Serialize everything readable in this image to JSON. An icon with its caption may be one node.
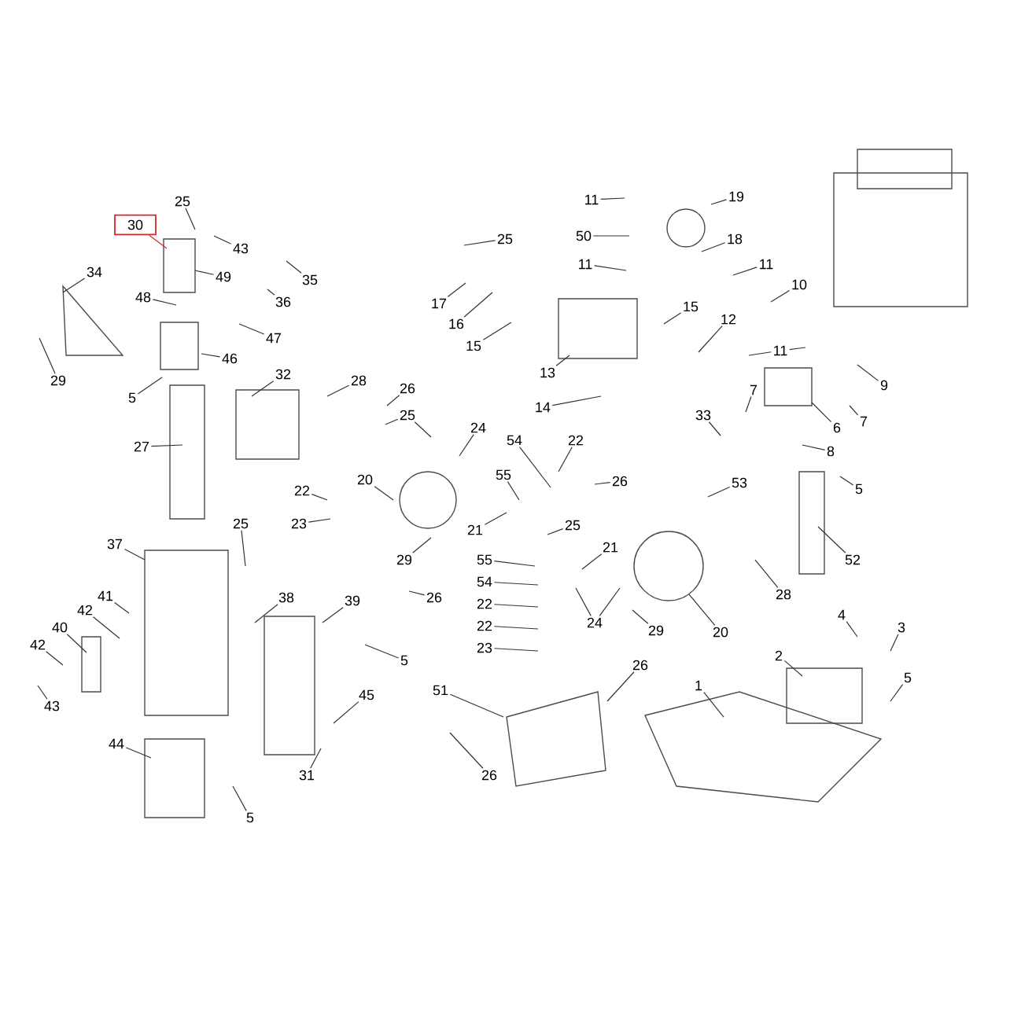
{
  "diagram": {
    "nodes": [
      {
        "text": [
          "30"
        ]
      },
      {
        "text": [
          "25"
        ]
      },
      {
        "text": [
          "11"
        ]
      },
      {
        "text": [
          "19"
        ]
      },
      {
        "text": [
          "50"
        ]
      },
      {
        "text": [
          "25"
        ]
      },
      {
        "text": [
          "18"
        ]
      },
      {
        "text": [
          "43"
        ]
      },
      {
        "text": [
          "11"
        ]
      },
      {
        "text": [
          "11"
        ]
      },
      {
        "text": [
          "49"
        ]
      },
      {
        "text": [
          "34"
        ]
      },
      {
        "text": [
          "35"
        ]
      },
      {
        "text": [
          "10"
        ]
      },
      {
        "text": [
          "36"
        ]
      },
      {
        "text": [
          "48"
        ]
      },
      {
        "text": [
          "17"
        ]
      },
      {
        "text": [
          "15"
        ]
      },
      {
        "text": [
          "12"
        ]
      },
      {
        "text": [
          "16"
        ]
      },
      {
        "text": [
          "47"
        ]
      },
      {
        "text": [
          "15"
        ]
      },
      {
        "text": [
          "11"
        ]
      },
      {
        "text": [
          "46"
        ]
      },
      {
        "text": [
          "13"
        ]
      },
      {
        "text": [
          "32"
        ]
      },
      {
        "text": [
          "29"
        ]
      },
      {
        "text": [
          "28"
        ]
      },
      {
        "text": [
          "9"
        ]
      },
      {
        "text": [
          "26"
        ]
      },
      {
        "text": [
          "7"
        ]
      },
      {
        "text": [
          "5"
        ]
      },
      {
        "text": [
          "14"
        ]
      },
      {
        "text": [
          "33"
        ]
      },
      {
        "text": [
          "25"
        ]
      },
      {
        "text": [
          "7"
        ]
      },
      {
        "text": [
          "6"
        ]
      },
      {
        "text": [
          "22"
        ]
      },
      {
        "text": [
          "24"
        ]
      },
      {
        "text": [
          "54"
        ]
      },
      {
        "text": [
          "27"
        ]
      },
      {
        "text": [
          "8"
        ]
      },
      {
        "text": [
          "55"
        ]
      },
      {
        "text": [
          "26"
        ]
      },
      {
        "text": [
          "53"
        ]
      },
      {
        "text": [
          "20"
        ]
      },
      {
        "text": [
          "5"
        ]
      },
      {
        "text": [
          "22"
        ]
      },
      {
        "text": [
          "25"
        ]
      },
      {
        "text": [
          "23"
        ]
      },
      {
        "text": [
          "21"
        ]
      },
      {
        "text": [
          "25"
        ]
      },
      {
        "text": [
          "37"
        ]
      },
      {
        "text": [
          "29"
        ]
      },
      {
        "text": [
          "52"
        ]
      },
      {
        "text": [
          "21"
        ]
      },
      {
        "text": [
          "55"
        ]
      },
      {
        "text": [
          "54"
        ]
      },
      {
        "text": [
          "41"
        ]
      },
      {
        "text": [
          "26"
        ]
      },
      {
        "text": [
          "38"
        ]
      },
      {
        "text": [
          "28"
        ]
      },
      {
        "text": [
          "39"
        ]
      },
      {
        "text": [
          "22"
        ]
      },
      {
        "text": [
          "42"
        ]
      },
      {
        "text": [
          "24"
        ]
      },
      {
        "text": [
          "40"
        ]
      },
      {
        "text": [
          "22"
        ]
      },
      {
        "text": [
          "29"
        ]
      },
      {
        "text": [
          "20"
        ]
      },
      {
        "text": [
          "4"
        ]
      },
      {
        "text": [
          "3"
        ]
      },
      {
        "text": [
          "42"
        ]
      },
      {
        "text": [
          "23"
        ]
      },
      {
        "text": [
          "2"
        ]
      },
      {
        "text": [
          "5"
        ]
      },
      {
        "text": [
          "26"
        ]
      },
      {
        "text": [
          "5"
        ]
      },
      {
        "text": [
          "1"
        ]
      },
      {
        "text": [
          "51"
        ]
      },
      {
        "text": [
          "45"
        ]
      },
      {
        "text": [
          "43"
        ]
      },
      {
        "text": [
          "44"
        ]
      },
      {
        "text": [
          "31"
        ]
      },
      {
        "text": [
          "26"
        ]
      },
      {
        "text": [
          "5"
        ]
      }
    ],
    "edges": [
      {
        "from": 0,
        "to": null,
        "arrow": "none",
        "color": "#d42a2a"
      },
      {
        "from": 1,
        "to": null,
        "arrow": "none"
      },
      {
        "from": 2,
        "to": null,
        "arrow": "none"
      },
      {
        "from": 3,
        "to": null,
        "arrow": "none"
      },
      {
        "from": 4,
        "to": null,
        "arrow": "none"
      },
      {
        "from": 5,
        "to": null,
        "arrow": "none"
      },
      {
        "from": 6,
        "to": null,
        "arrow": "none"
      },
      {
        "from": 7,
        "to": null,
        "arrow": "none"
      },
      {
        "from": 8,
        "to": null,
        "arrow": "none"
      },
      {
        "from": 9,
        "to": null,
        "arrow": "none"
      },
      {
        "from": 10,
        "to": null,
        "arrow": "none"
      },
      {
        "from": 11,
        "to": null,
        "arrow": "none"
      },
      {
        "from": 12,
        "to": null,
        "arrow": "none"
      },
      {
        "from": 13,
        "to": null,
        "arrow": "none"
      },
      {
        "from": 14,
        "to": null,
        "arrow": "none"
      },
      {
        "from": 15,
        "to": null,
        "arrow": "none"
      },
      {
        "from": 16,
        "to": null,
        "arrow": "none"
      },
      {
        "from": 17,
        "to": null,
        "arrow": "none"
      },
      {
        "from": 18,
        "to": null,
        "arrow": "none"
      },
      {
        "from": 19,
        "to": null,
        "arrow": "none"
      },
      {
        "from": 20,
        "to": null,
        "arrow": "none"
      },
      {
        "from": 21,
        "to": null,
        "arrow": "none"
      },
      {
        "from": 22,
        "to": null,
        "arrow": "none"
      },
      {
        "from": 22,
        "to": null,
        "arrow": "none"
      },
      {
        "from": 23,
        "to": null,
        "arrow": "none"
      },
      {
        "from": 24,
        "to": null,
        "arrow": "none"
      },
      {
        "from": 25,
        "to": null,
        "arrow": "none"
      },
      {
        "from": 26,
        "to": null,
        "arrow": "none"
      },
      {
        "from": 27,
        "to": null,
        "arrow": "none"
      },
      {
        "from": 28,
        "to": null,
        "arrow": "none"
      },
      {
        "from": 29,
        "to": null,
        "arrow": "none"
      },
      {
        "from": 30,
        "to": null,
        "arrow": "none"
      },
      {
        "from": 31,
        "to": null,
        "arrow": "none"
      },
      {
        "from": 32,
        "to": null,
        "arrow": "none"
      },
      {
        "from": 33,
        "to": null,
        "arrow": "none"
      },
      {
        "from": 34,
        "to": null,
        "arrow": "none"
      },
      {
        "from": 34,
        "to": null,
        "arrow": "none"
      },
      {
        "from": 35,
        "to": null,
        "arrow": "none"
      },
      {
        "from": 36,
        "to": null,
        "arrow": "none"
      },
      {
        "from": 37,
        "to": null,
        "arrow": "none"
      },
      {
        "from": 38,
        "to": null,
        "arrow": "none"
      },
      {
        "from": 39,
        "to": null,
        "arrow": "none"
      },
      {
        "from": 40,
        "to": null,
        "arrow": "none"
      },
      {
        "from": 41,
        "to": null,
        "arrow": "none"
      },
      {
        "from": 42,
        "to": null,
        "arrow": "none"
      },
      {
        "from": 43,
        "to": null,
        "arrow": "none"
      },
      {
        "from": 44,
        "to": null,
        "arrow": "none"
      },
      {
        "from": 45,
        "to": null,
        "arrow": "none"
      },
      {
        "from": 46,
        "to": null,
        "arrow": "none"
      },
      {
        "from": 47,
        "to": null,
        "arrow": "none"
      },
      {
        "from": 48,
        "to": null,
        "arrow": "none"
      },
      {
        "from": 49,
        "to": null,
        "arrow": "none"
      },
      {
        "from": 50,
        "to": null,
        "arrow": "none"
      },
      {
        "from": 51,
        "to": null,
        "arrow": "none"
      },
      {
        "from": 52,
        "to": null,
        "arrow": "none"
      },
      {
        "from": 53,
        "to": null,
        "arrow": "none"
      },
      {
        "from": 54,
        "to": null,
        "arrow": "none"
      },
      {
        "from": 55,
        "to": null,
        "arrow": "none"
      },
      {
        "from": 56,
        "to": null,
        "arrow": "none"
      },
      {
        "from": 57,
        "to": null,
        "arrow": "none"
      },
      {
        "from": 58,
        "to": null,
        "arrow": "none"
      },
      {
        "from": 59,
        "to": null,
        "arrow": "none"
      },
      {
        "from": 60,
        "to": null,
        "arrow": "none"
      },
      {
        "from": 61,
        "to": null,
        "arrow": "none"
      },
      {
        "from": 62,
        "to": null,
        "arrow": "none"
      },
      {
        "from": 63,
        "to": null,
        "arrow": "none"
      },
      {
        "from": 64,
        "to": null,
        "arrow": "none"
      },
      {
        "from": 65,
        "to": null,
        "arrow": "none"
      },
      {
        "from": 65,
        "to": null,
        "arrow": "none"
      },
      {
        "from": 66,
        "to": null,
        "arrow": "none"
      },
      {
        "from": 67,
        "to": null,
        "arrow": "none"
      },
      {
        "from": 68,
        "to": null,
        "arrow": "none"
      },
      {
        "from": 69,
        "to": null,
        "arrow": "none"
      },
      {
        "from": 70,
        "to": null,
        "arrow": "none"
      },
      {
        "from": 71,
        "to": null,
        "arrow": "none"
      },
      {
        "from": 72,
        "to": null,
        "arrow": "none"
      },
      {
        "from": 73,
        "to": null,
        "arrow": "none"
      },
      {
        "from": 74,
        "to": null,
        "arrow": "none"
      },
      {
        "from": 75,
        "to": null,
        "arrow": "none"
      },
      {
        "from": 76,
        "to": null,
        "arrow": "none"
      },
      {
        "from": 77,
        "to": null,
        "arrow": "none"
      },
      {
        "from": 78,
        "to": null,
        "arrow": "none"
      },
      {
        "from": 79,
        "to": null,
        "arrow": "none"
      },
      {
        "from": 80,
        "to": null,
        "arrow": "none"
      },
      {
        "from": 81,
        "to": null,
        "arrow": "none"
      },
      {
        "from": 82,
        "to": null,
        "arrow": "none"
      },
      {
        "from": 83,
        "to": null,
        "arrow": "none"
      },
      {
        "from": 84,
        "to": null,
        "arrow": "none"
      },
      {
        "from": 85,
        "to": null,
        "arrow": "none"
      }
    ]
  }
}
